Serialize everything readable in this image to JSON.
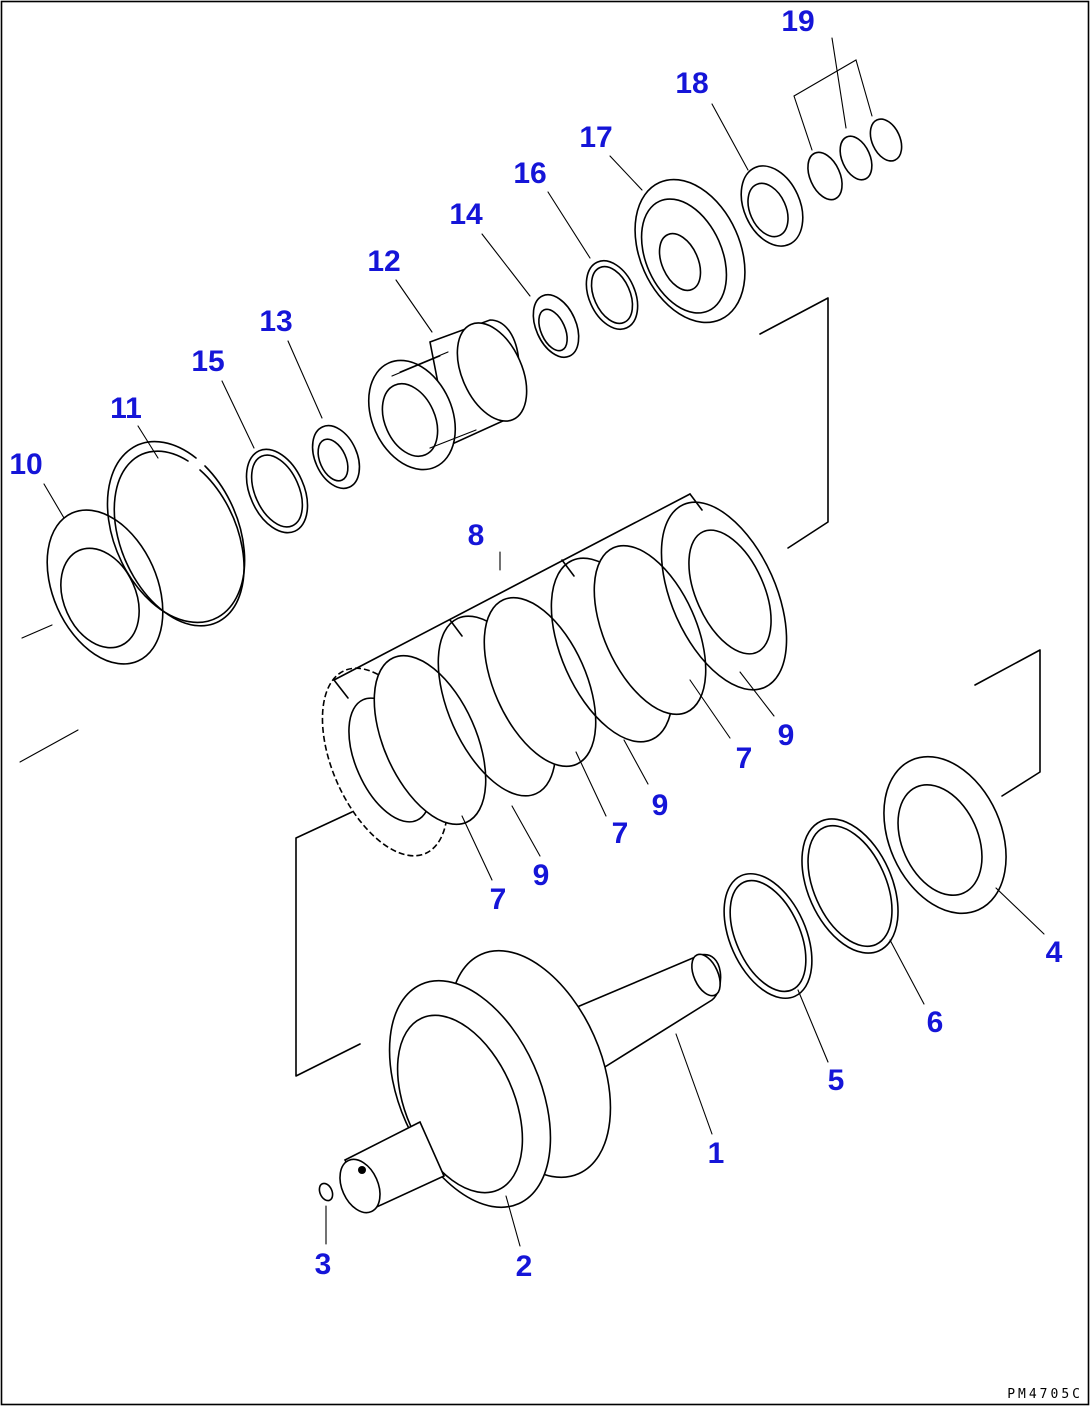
{
  "callouts": [
    {
      "id": "p1",
      "label": "1"
    },
    {
      "id": "p2",
      "label": "2"
    },
    {
      "id": "p3",
      "label": "3"
    },
    {
      "id": "p4",
      "label": "4"
    },
    {
      "id": "p5",
      "label": "5"
    },
    {
      "id": "p6",
      "label": "6"
    },
    {
      "id": "p7a",
      "label": "7"
    },
    {
      "id": "p7b",
      "label": "7"
    },
    {
      "id": "p7c",
      "label": "7"
    },
    {
      "id": "p8",
      "label": "8"
    },
    {
      "id": "p9a",
      "label": "9"
    },
    {
      "id": "p9b",
      "label": "9"
    },
    {
      "id": "p9c",
      "label": "9"
    },
    {
      "id": "p10",
      "label": "10"
    },
    {
      "id": "p11",
      "label": "11"
    },
    {
      "id": "p12",
      "label": "12"
    },
    {
      "id": "p13",
      "label": "13"
    },
    {
      "id": "p14",
      "label": "14"
    },
    {
      "id": "p15",
      "label": "15"
    },
    {
      "id": "p16",
      "label": "16"
    },
    {
      "id": "p17",
      "label": "17"
    },
    {
      "id": "p18",
      "label": "18"
    },
    {
      "id": "p19",
      "label": "19"
    }
  ],
  "drawing_code": "PM4705C",
  "colors": {
    "callout": "#1515d8",
    "line": "#000000",
    "background": "#ffffff"
  }
}
